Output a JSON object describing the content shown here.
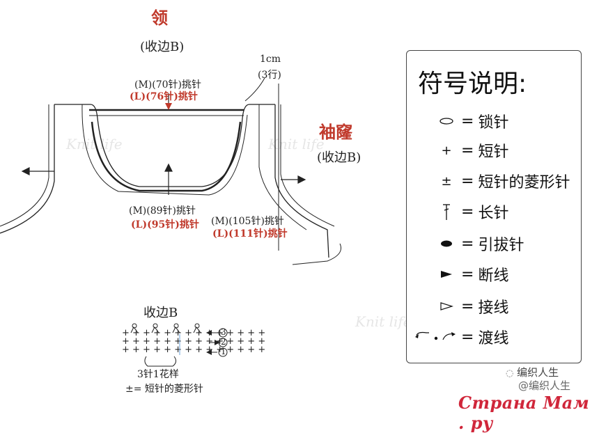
{
  "diagram": {
    "neck_title": "领",
    "neck_edge": "(收边B)",
    "neck_top_pick_m": "(M)(70针)挑针",
    "neck_top_pick_l": "(L)(76针)挑针",
    "neck_bottom_pick_m": "(M)(89针)挑针",
    "neck_bottom_pick_l": "(L)(95针)挑针",
    "armhole_pick_m": "(M)(105针)挑针",
    "armhole_pick_l": "(L)(111针)挑针",
    "armhole_title": "袖窿",
    "armhole_edge": "(收边B)",
    "cm_label": "1cm",
    "rows_label": "(3行)"
  },
  "edge_b": {
    "title": "收边B",
    "rows": [
      "1",
      "2",
      "3"
    ],
    "pattern_note": "3针1花样",
    "diamond_note": "±= 短针的菱形针"
  },
  "legend": {
    "title": "符号说明:",
    "items": [
      {
        "icon": "chain-oval-icon",
        "label": "锁针"
      },
      {
        "icon": "plus-icon",
        "label": "短针"
      },
      {
        "icon": "plus-minus-icon",
        "label": "短针的菱形针"
      },
      {
        "icon": "double-crochet-icon",
        "label": "长针"
      },
      {
        "icon": "filled-oval-icon",
        "label": "引拔针"
      },
      {
        "icon": "filled-triangle-icon",
        "label": "断线"
      },
      {
        "icon": "outline-triangle-icon",
        "label": "接线"
      },
      {
        "icon": "carry-yarn-icon",
        "label": "渡线"
      }
    ]
  },
  "watermark": {
    "brand": "编织人生",
    "handle": "@编织人生",
    "site": "Страна Мам . ру"
  }
}
